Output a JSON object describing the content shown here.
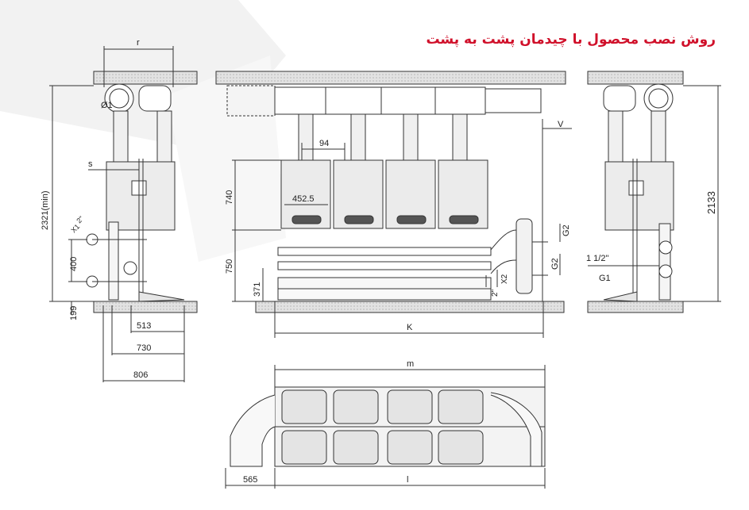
{
  "title": "روش نصب محصول با چیدمان پشت به پشت",
  "colors": {
    "accent": "#d0102a",
    "line": "#333333",
    "slab": "#dddddd",
    "boiler": "#e9e9e9"
  },
  "side_view_left": {
    "top_width_label": "r",
    "pipe_diameter_label": "Ø1",
    "s_label": "s",
    "height_label": "2321(min)",
    "connection_2": "2\"",
    "connection_x1": "X1",
    "dim_400": "400",
    "dim_199": "199",
    "dim_513": "513",
    "dim_730": "730",
    "dim_806": "806"
  },
  "front_view": {
    "dim_94": "94",
    "dim_452_5": "452.5",
    "dim_740": "740",
    "dim_750": "750",
    "dim_371": "371",
    "dim_v": "V",
    "dim_g2_top": "G2",
    "dim_g2_bottom": "G2",
    "dim_x2": "X2",
    "dim_2in": "2\"",
    "dim_k": "K"
  },
  "side_view_right": {
    "height_label": "2133",
    "pipe_1_1_2": "1 1/2\"",
    "g1_label": "G1"
  },
  "top_view": {
    "dim_m": "m",
    "dim_l": "l",
    "dim_565": "565"
  }
}
